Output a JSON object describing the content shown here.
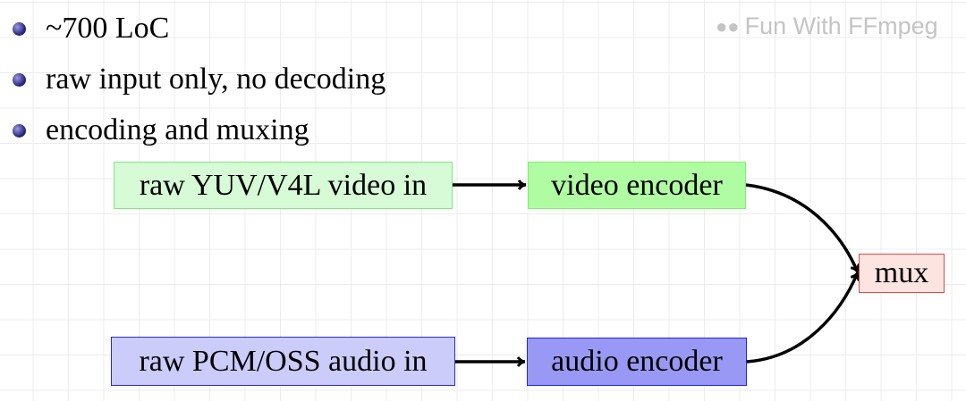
{
  "bullets": [
    "~700 LoC",
    "raw input only, no decoding",
    "encoding and muxing"
  ],
  "nodes": {
    "video_in": "raw YUV/V4L video in",
    "video_encoder": "video encoder",
    "mux": "mux",
    "audio_in": "raw PCM/OSS audio in",
    "audio_encoder": "audio encoder"
  },
  "colors": {
    "video_in": "#d6fbd6",
    "video_encoder": "#b0fca2",
    "mux": "#fce4e1",
    "audio_in": "#ccccfb",
    "audio_encoder": "#9999f5"
  },
  "watermark": "Fun With FFmpeg"
}
